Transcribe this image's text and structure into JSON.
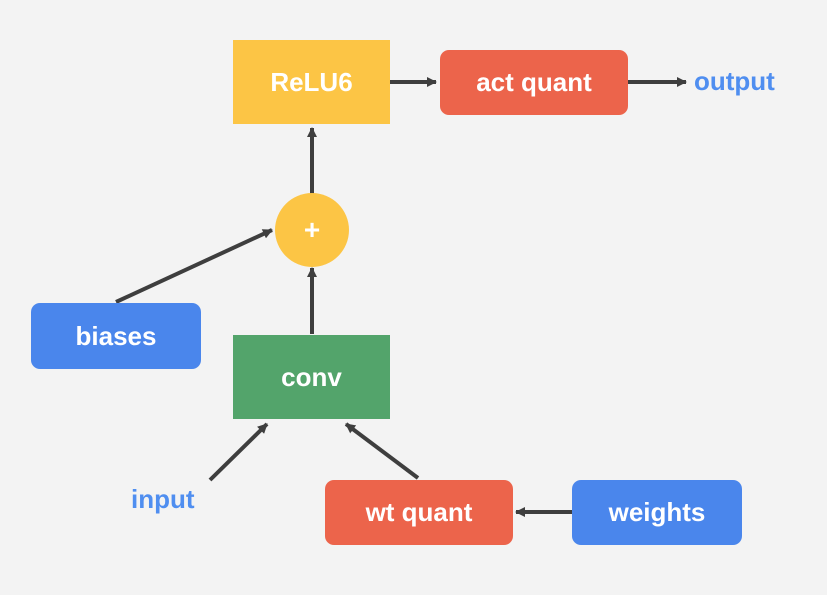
{
  "colors": {
    "yellow": "#fcc545",
    "red": "#ec644b",
    "green": "#53a46b",
    "blue": "#4a86ec",
    "label_blue": "#4f8ef0",
    "arrow": "#3e3e3e",
    "background": "#f3f3f3"
  },
  "nodes": {
    "relu6": "ReLU6",
    "act_quant": "act quant",
    "add": "+",
    "biases": "biases",
    "conv": "conv",
    "wt_quant": "wt quant",
    "weights": "weights"
  },
  "labels": {
    "output": "output",
    "input": "input"
  },
  "edges": [
    {
      "from": "input",
      "to": "conv"
    },
    {
      "from": "wt_quant",
      "to": "conv"
    },
    {
      "from": "weights",
      "to": "wt_quant"
    },
    {
      "from": "conv",
      "to": "add"
    },
    {
      "from": "biases",
      "to": "add"
    },
    {
      "from": "add",
      "to": "relu6"
    },
    {
      "from": "relu6",
      "to": "act_quant"
    },
    {
      "from": "act_quant",
      "to": "output"
    }
  ]
}
